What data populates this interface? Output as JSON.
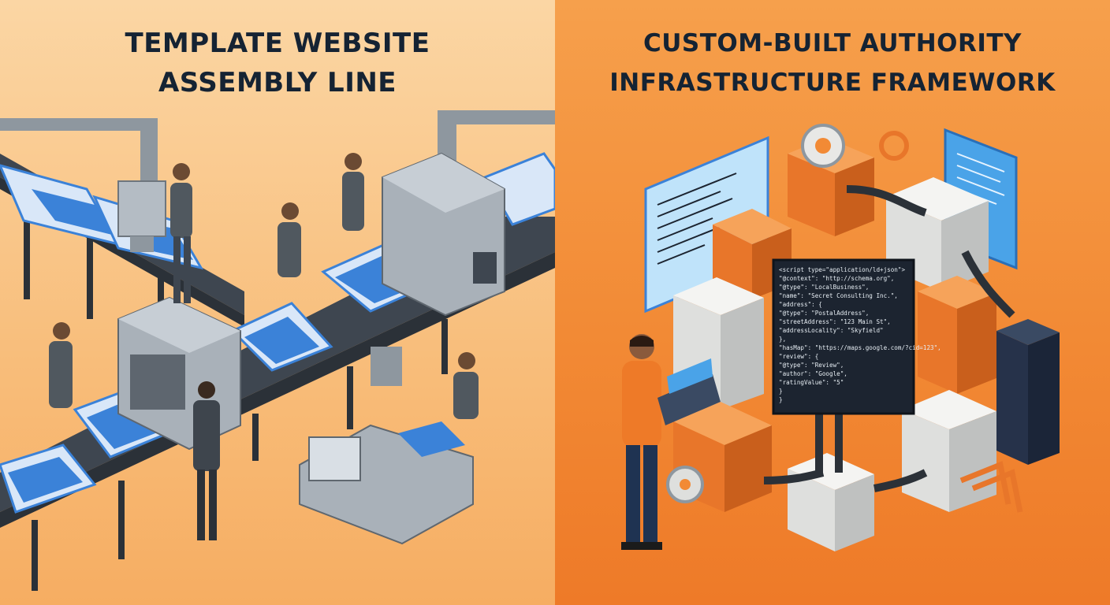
{
  "left_panel": {
    "title_line1": "TEMPLATE WEBSITE",
    "title_line2": "ASSEMBLY LINE"
  },
  "right_panel": {
    "title_line1": "CUSTOM-BUILT AUTHORITY",
    "title_line2": "INFRASTRUCTURE FRAMEWORK",
    "code_lines": [
      "<script type=\"application/ld+json\">",
      "  \"@context\": \"http://schema.org\",",
      "  \"@type\": \"LocalBusiness\",",
      "  \"name\": \"Secret Consulting Inc.\",",
      "  \"address\": {",
      "    \"@type\": \"PostalAddress\",",
      "    \"streetAddress\": \"123 Main St\",",
      "    \"addressLocality\": \"Skyfield\"",
      "  },",
      "  \"hasMap\": \"https://maps.google.com/?cid=123\",",
      "  \"review\": {",
      "    \"@type\": \"Review\",",
      "    \"author\": \"Google\",",
      "    \"ratingValue\": \"5\"",
      "  }",
      "}"
    ]
  },
  "colors": {
    "left_bg": "#f8bd7a",
    "right_bg": "#f28a35",
    "title_text": "#152333",
    "machine_gray": "#9aa3ad",
    "screen_blue": "#3b82d8",
    "code_bg": "#1c2430"
  }
}
